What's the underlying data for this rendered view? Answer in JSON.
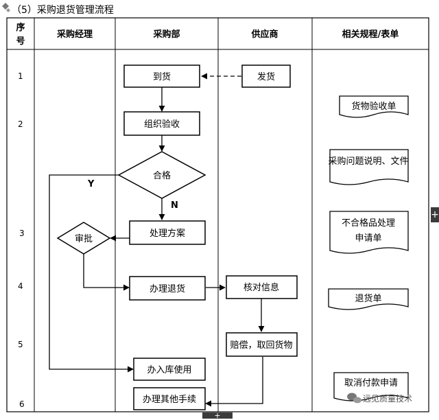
{
  "title": "（5）采购退货管理流程",
  "headers": {
    "seq": [
      "序",
      "号"
    ],
    "lane1": "采购经理",
    "lane2": "采购部",
    "lane3": "供应商",
    "lane4": "相关规程/表单"
  },
  "row_numbers": [
    "1",
    "2",
    "3",
    "4",
    "5",
    "6"
  ],
  "nodes": {
    "arrival": "到货",
    "ship": "发货",
    "organize_inspection": "组织验收",
    "qualified": "合格",
    "handle_plan": "处理方案",
    "approve": "审批",
    "process_return": "办理退货",
    "verify_info": "核对信息",
    "compensate": "赔偿，取回货物",
    "stock_in": "办入库使用",
    "other_procedures": "办理其他手续"
  },
  "edge_labels": {
    "yes": "Y",
    "no": "N"
  },
  "documents": [
    [
      "货物验收单"
    ],
    [
      "采购问题说明、文件"
    ],
    [
      "不合格品处理",
      "申请单"
    ],
    [
      "退货单"
    ],
    [
      "取消付款申请"
    ]
  ],
  "watermark": "远见质量技术",
  "handles": {
    "right_expand": "+",
    "bottom_expand": "+"
  }
}
